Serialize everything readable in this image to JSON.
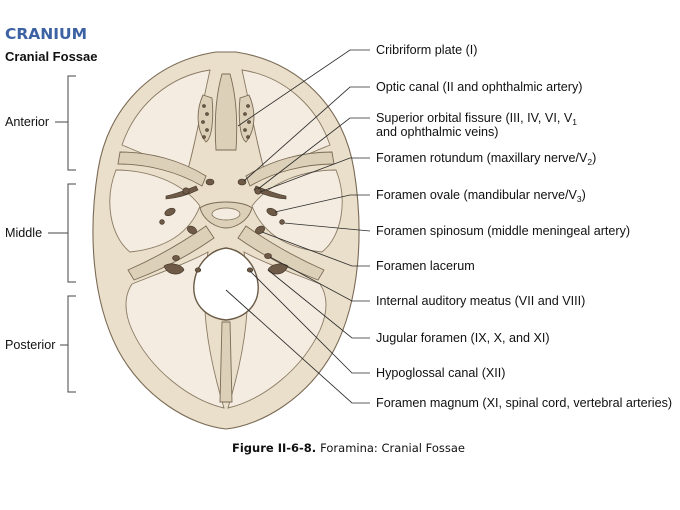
{
  "header": {
    "section": "CRANIUM",
    "subtitle": "Cranial Fossae"
  },
  "regions": {
    "anterior": "Anterior",
    "middle": "Middle",
    "posterior": "Posterior"
  },
  "labels": {
    "cribriform_plate": "Cribriform plate (I)",
    "optic_canal": "Optic canal (II and ophthalmic artery)",
    "sup_orbital_fissure": {
      "line1_pre": "Superior orbital fissure (III, IV, VI, V",
      "line1_sub": "1",
      "line2": "and ophthalmic veins)"
    },
    "foramen_rotundum": {
      "pre": "Foramen rotundum (maxillary nerve/V",
      "sub": "2",
      "post": ")"
    },
    "foramen_ovale": {
      "pre": "Foramen ovale (mandibular nerve/V",
      "sub": "3",
      "post": ")"
    },
    "foramen_spinosum": "Foramen spinosum (middle meningeal artery)",
    "foramen_lacerum": "Foramen lacerum",
    "internal_auditory_meatus": "Internal auditory meatus (VII and VIII)",
    "jugular_foramen": "Jugular foramen (IX, X, and XI)",
    "hypoglossal_canal": "Hypoglossal canal (XII)",
    "foramen_magnum": "Foramen magnum (XI, spinal cord, vertebral arteries)"
  },
  "caption": {
    "figure_number": "Figure II-6-8.",
    "text": "Foramina: Cranial Fossae"
  },
  "colors": {
    "header": "#3d62a3",
    "bone": "#eadfca",
    "fossa": "#f4ece0",
    "foramen": "#6e5a46"
  }
}
